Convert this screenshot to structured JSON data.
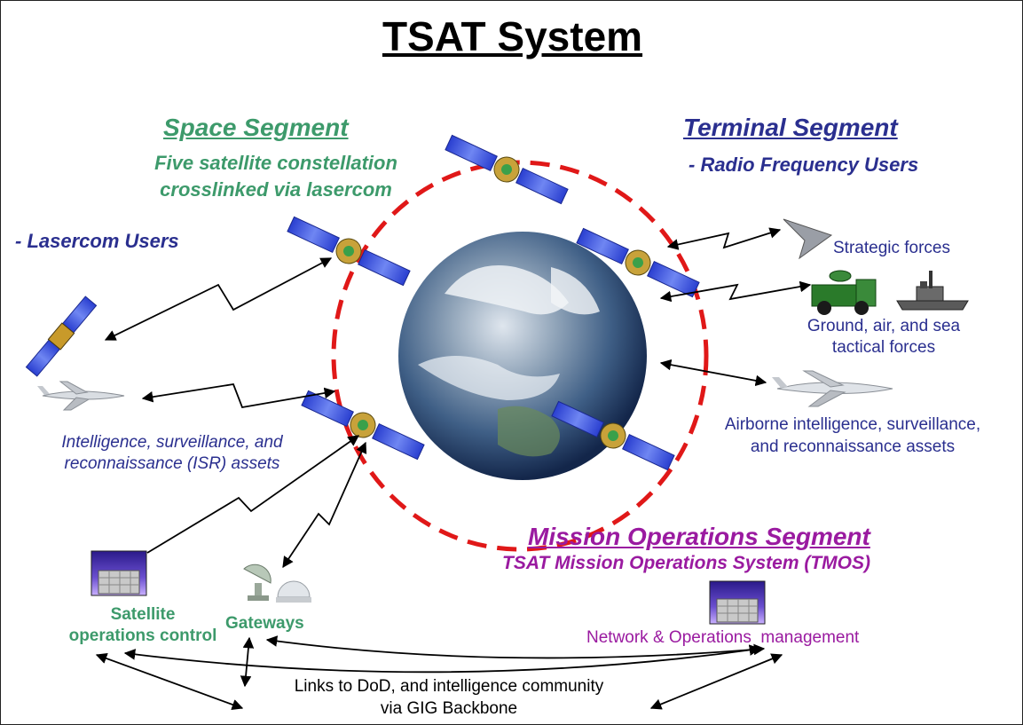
{
  "title": "TSAT System",
  "space_segment": {
    "heading": "Space Segment",
    "line1": "Five satellite constellation",
    "line2": "crosslinked via lasercom"
  },
  "terminal_segment": {
    "heading": "Terminal Segment",
    "subtitle": "- Radio Frequency Users"
  },
  "lasercom_users": "- Lasercom Users",
  "terminal_users": {
    "strategic": "Strategic forces",
    "tactical_line1": "Ground, air, and sea",
    "tactical_line2": "tactical forces",
    "airborne_line1": "Airborne intelligence, surveillance,",
    "airborne_line2": "and reconnaissance assets"
  },
  "isr": {
    "line1": "Intelligence, surveillance, and",
    "line2": "reconnaissance (ISR) assets"
  },
  "mission_ops": {
    "heading": "Mission Operations Segment",
    "subtitle": "TSAT Mission Operations System (TMOS)",
    "network_label": "Network & Operations  management"
  },
  "ground": {
    "satops_line1": "Satellite",
    "satops_line2": "operations control",
    "gateways": "Gateways",
    "gig_line1": "Links to DoD, and intelligence community",
    "gig_line2": "via GIG Backbone"
  },
  "colors": {
    "green": "#3d9a6b",
    "blue": "#2a2f8f",
    "purple": "#9a1aa0",
    "orbit_red": "#e01818"
  },
  "icons": [
    "satellite-icon",
    "earth-globe-icon",
    "stealth-bomber-icon",
    "military-truck-icon",
    "warship-icon",
    "uav-drone-icon",
    "building-icon",
    "dish-antenna-icon",
    "radome-icon"
  ]
}
